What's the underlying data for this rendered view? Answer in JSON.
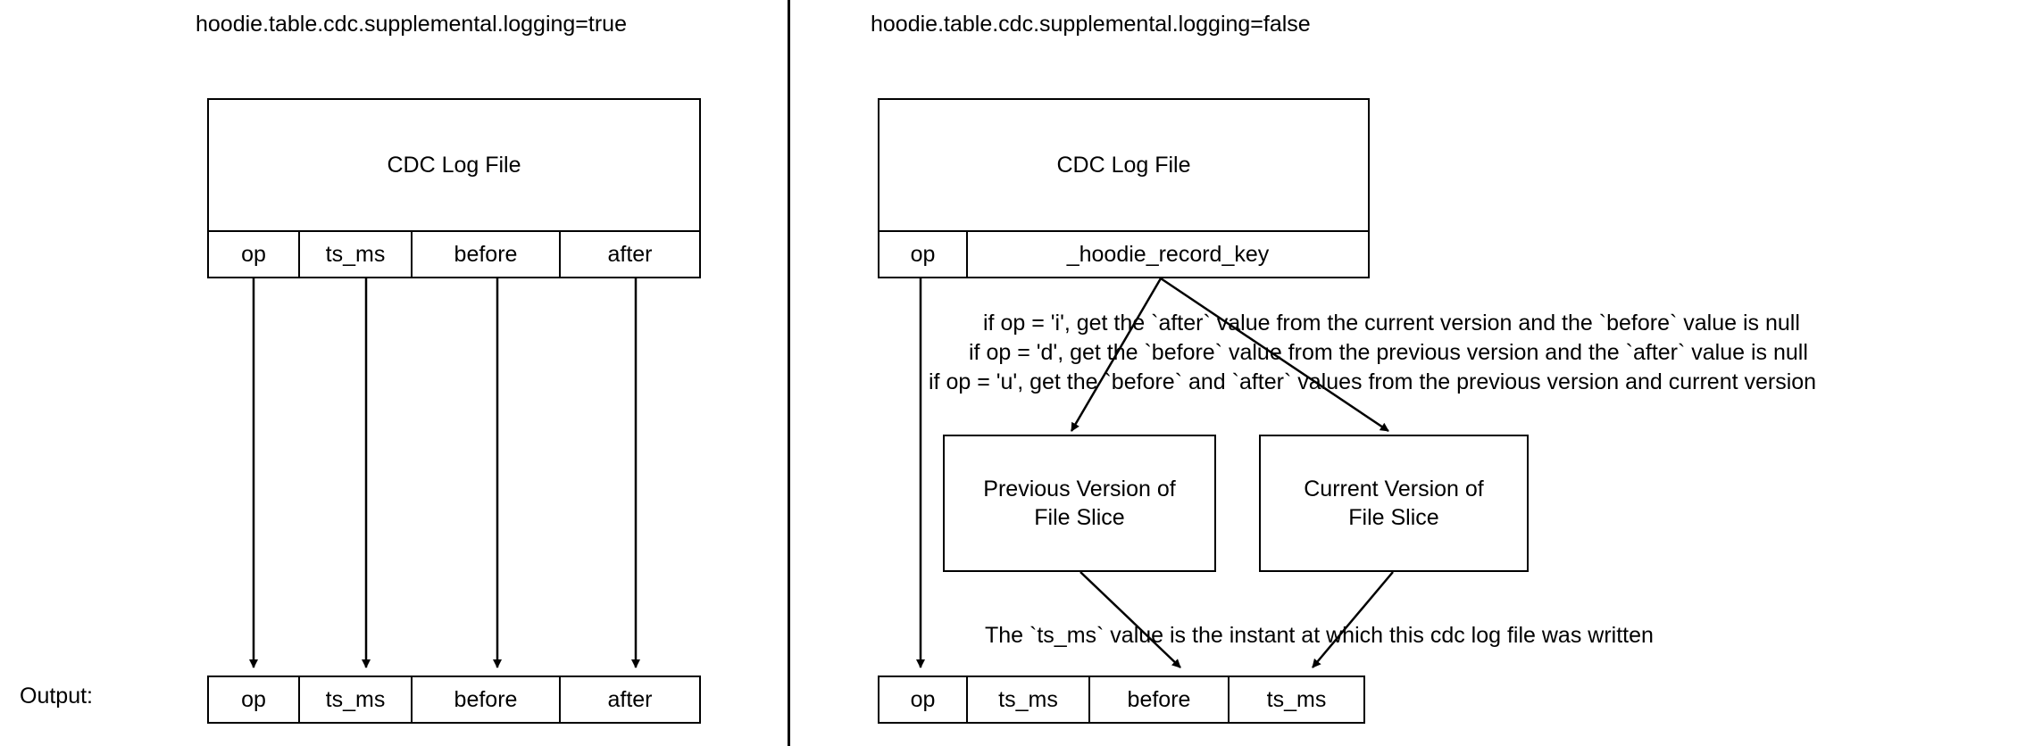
{
  "diagram": {
    "title_left": "hoodie.table.cdc.supplemental.logging=true",
    "title_right": "hoodie.table.cdc.supplemental.logging=false",
    "output_label": "Output:"
  },
  "left_panel": {
    "log_file_box_label": "CDC Log File",
    "log_columns": [
      "op",
      "ts_ms",
      "before",
      "after"
    ],
    "output_columns": [
      "op",
      "ts_ms",
      "before",
      "after"
    ]
  },
  "right_panel": {
    "log_file_box_label": "CDC Log File",
    "log_columns": [
      "op",
      "_hoodie_record_key"
    ],
    "rule_lines": [
      "if op = 'i', get the `after` value from the current version and the `before` value is null",
      "if op = 'd', get the `before` value from the previous version  and the `after` value is null",
      "if op = 'u', get the `before` and `after` values from the previous version and current version"
    ],
    "previous_version_box": "Previous Version of\nFile Slice",
    "previous_version_line1": "Previous Version of",
    "previous_version_line2": "File Slice",
    "current_version_box": "Current Version of\nFile Slice",
    "current_version_line1": "Current Version of",
    "current_version_line2": "File Slice",
    "ts_ms_note": "The `ts_ms` value is the instant at which this cdc log file was written",
    "output_columns": [
      "op",
      "ts_ms",
      "before",
      "ts_ms"
    ]
  },
  "colors": {
    "stroke": "#000000",
    "background": "#ffffff",
    "text": "#000000"
  }
}
